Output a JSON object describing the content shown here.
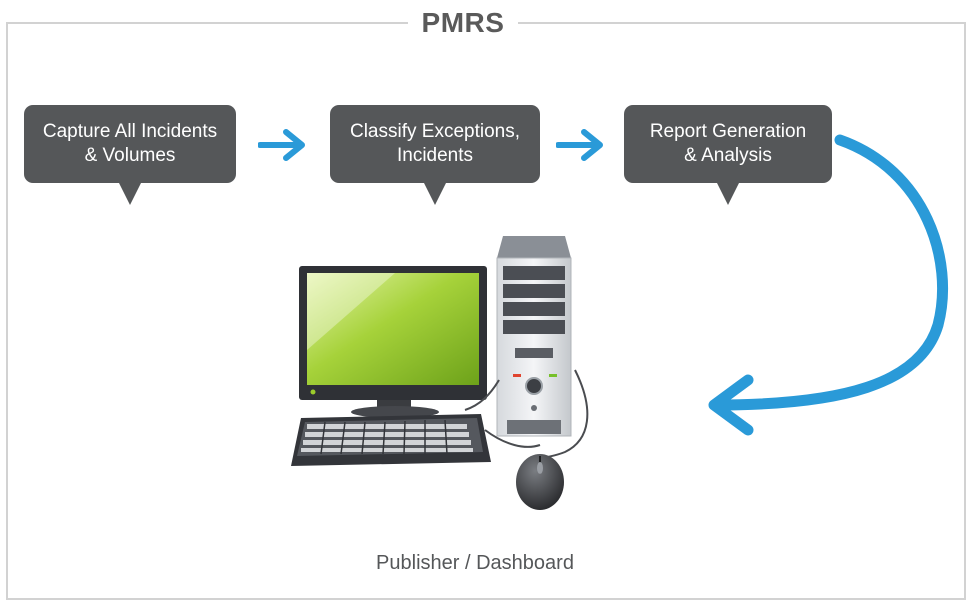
{
  "title": "PMRS",
  "steps": [
    {
      "line1": "Capture All Incidents",
      "line2": "& Volumes"
    },
    {
      "line1": "Classify Exceptions,",
      "line2": "Incidents"
    },
    {
      "line1": "Report Generation",
      "line2": "& Analysis"
    }
  ],
  "caption": "Publisher / Dashboard",
  "colors": {
    "bubble": "#555759",
    "arrow": "#2a9ad8",
    "frame": "#d2d2d2",
    "screen": "#9ccc2c"
  },
  "icons": [
    "right-arrow-icon",
    "curved-return-arrow-icon",
    "desktop-computer-icon"
  ]
}
